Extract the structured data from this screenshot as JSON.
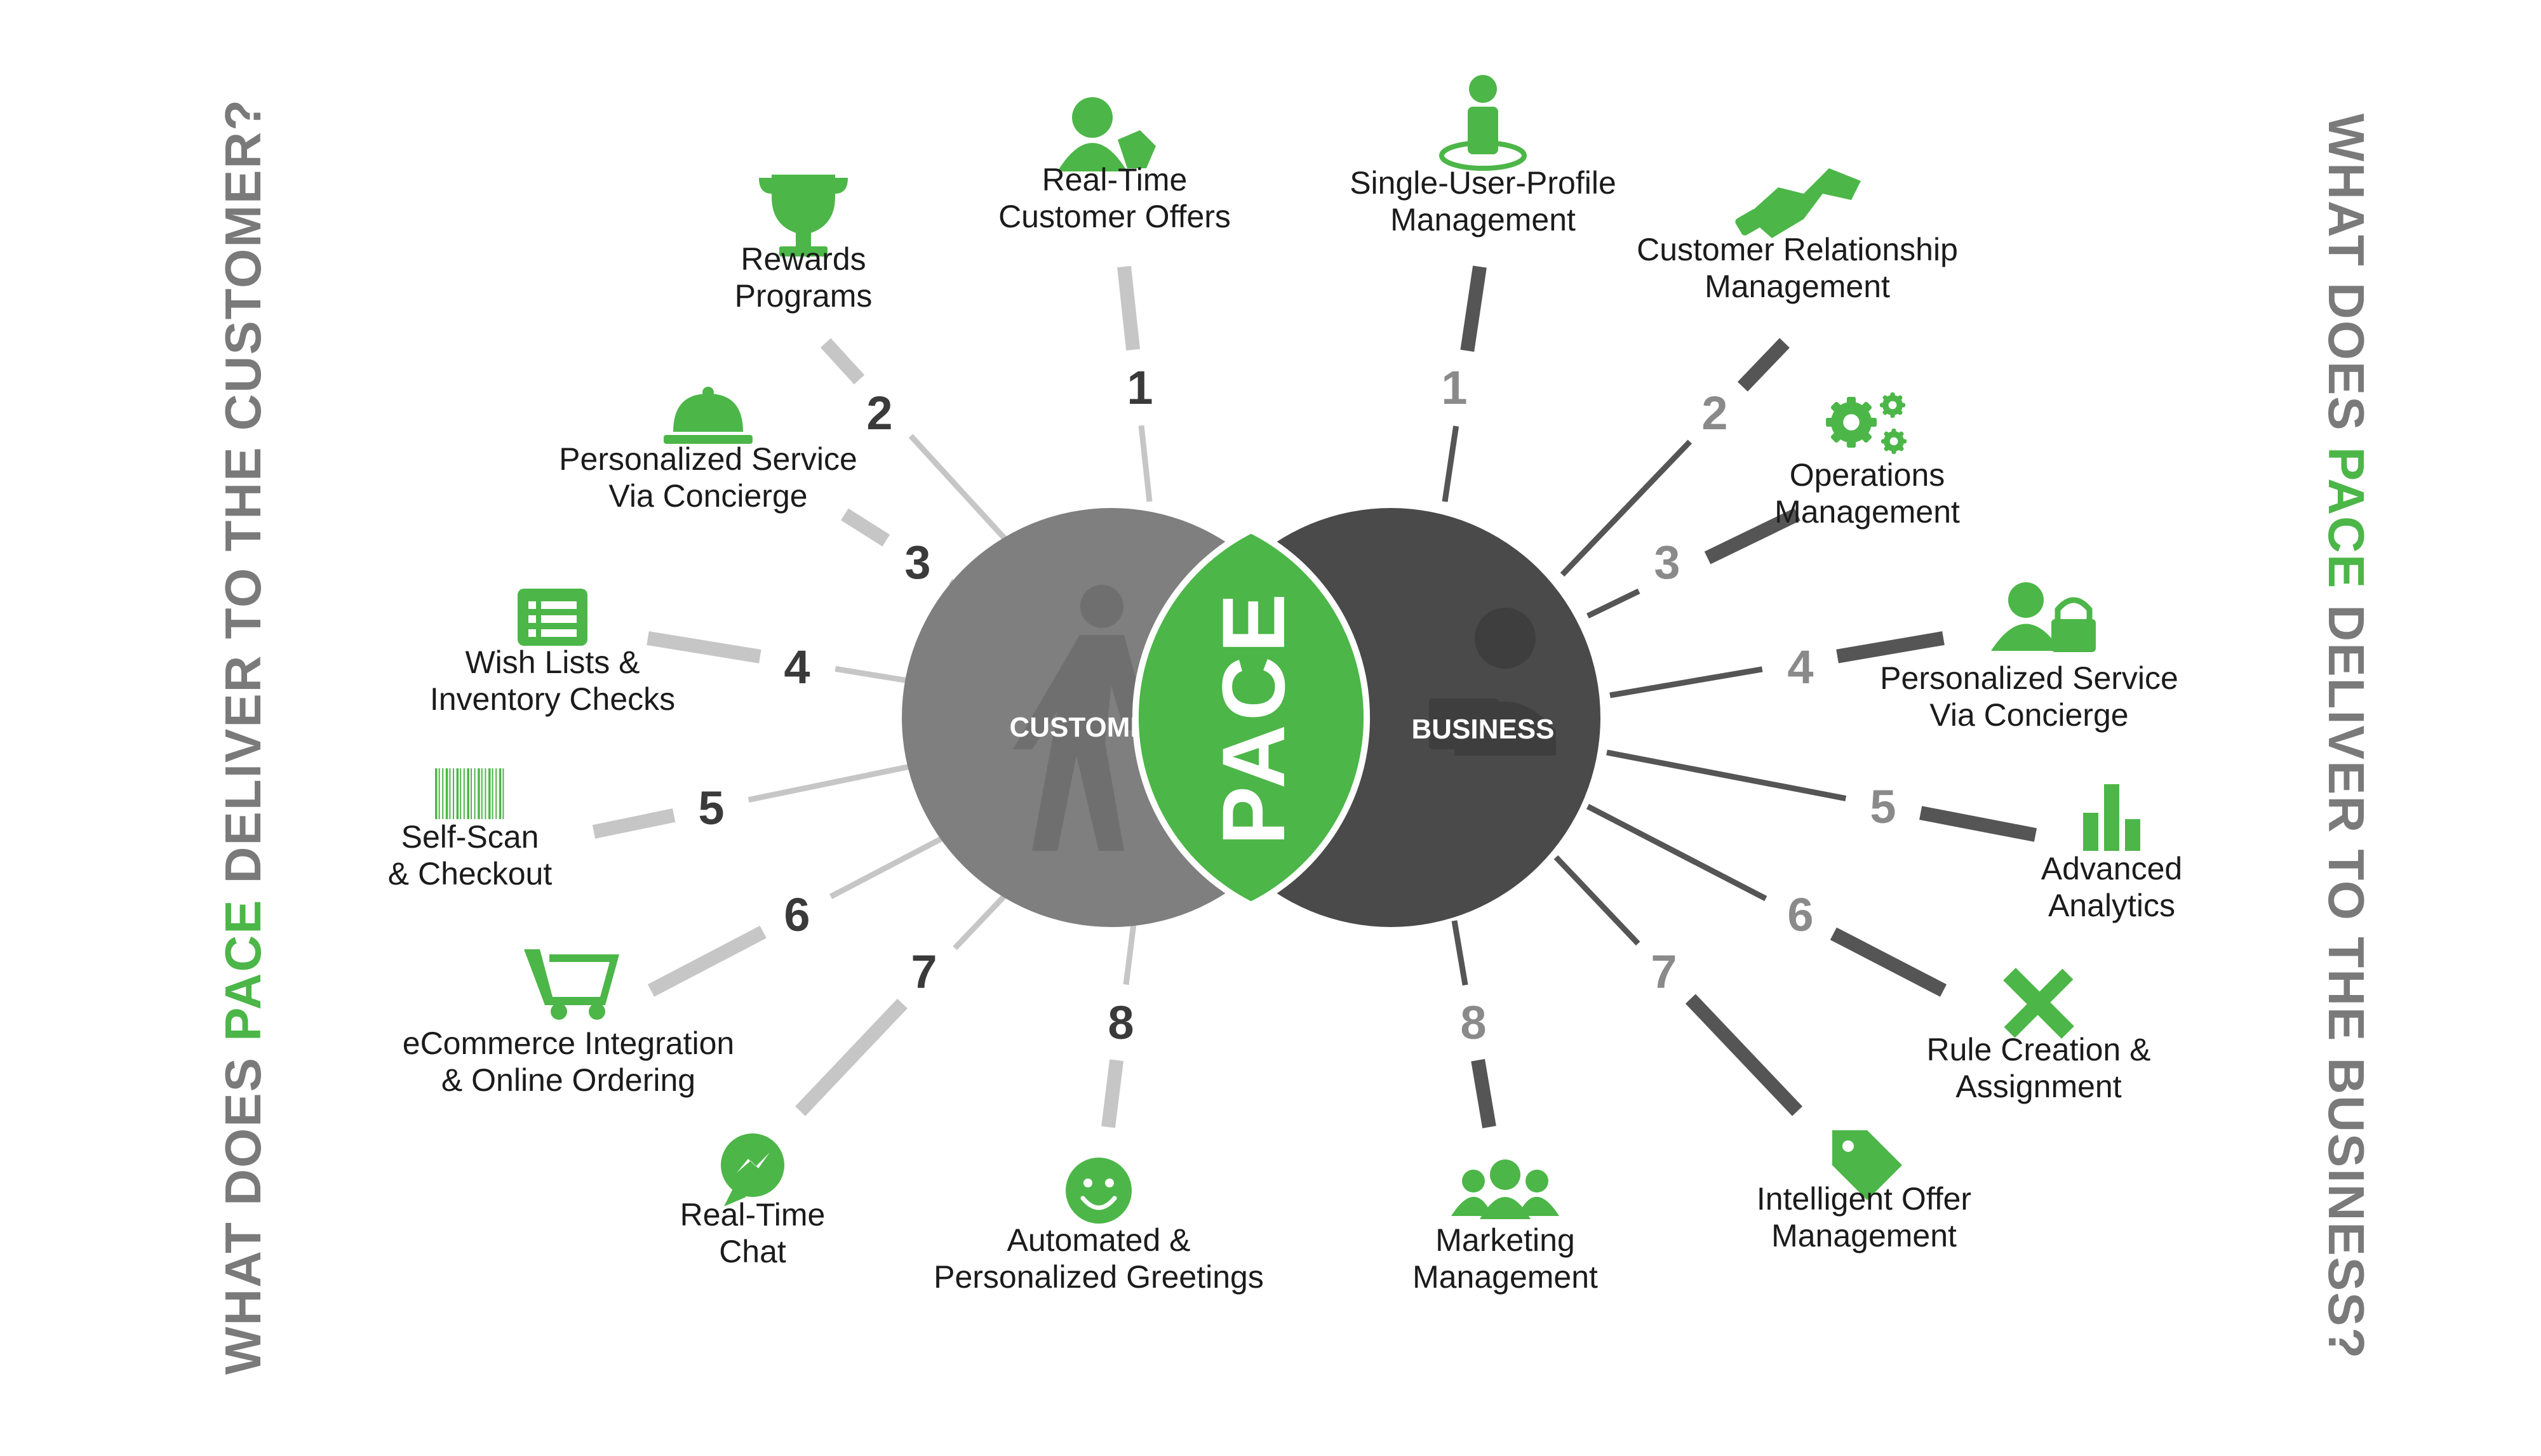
{
  "left_title": {
    "prefix": "WHAT DOES ",
    "accent": "PACE",
    "suffix": " DELIVER TO THE CUSTOMER?"
  },
  "right_title": {
    "prefix": "WHAT DOES ",
    "accent": "PACE",
    "suffix": " DELIVER TO THE BUSINESS?"
  },
  "center_label": "PACE",
  "customer_label": "CUSTOMER",
  "business_label": "BUSINESS",
  "colors": {
    "accent": "#4cb648",
    "customer_circle": "#7f7f7f",
    "business_circle": "#4a4a4a",
    "customer_line": "#c6c6c6",
    "business_line": "#555555"
  },
  "customer_items": [
    {
      "number": "1",
      "lines": [
        "Real-Time",
        "Customer Offers"
      ],
      "icon": "user-tag-icon"
    },
    {
      "number": "2",
      "lines": [
        "Rewards",
        "Programs"
      ],
      "icon": "trophy-icon"
    },
    {
      "number": "3",
      "lines": [
        "Personalized Service",
        "Via Concierge"
      ],
      "icon": "service-bell-icon"
    },
    {
      "number": "4",
      "lines": [
        "Wish Lists &",
        "Inventory Checks"
      ],
      "icon": "list-icon"
    },
    {
      "number": "5",
      "lines": [
        "Self-Scan",
        "& Checkout"
      ],
      "icon": "barcode-icon"
    },
    {
      "number": "6",
      "lines": [
        "eCommerce Integration",
        "& Online Ordering"
      ],
      "icon": "cart-icon"
    },
    {
      "number": "7",
      "lines": [
        "Real-Time",
        "Chat"
      ],
      "icon": "chat-bubble-icon"
    },
    {
      "number": "8",
      "lines": [
        "Automated &",
        "Personalized Greetings"
      ],
      "icon": "smiley-icon"
    }
  ],
  "business_items": [
    {
      "number": "1",
      "lines": [
        "Single-User-Profile",
        "Management"
      ],
      "icon": "single-user-icon"
    },
    {
      "number": "2",
      "lines": [
        "Customer Relationship",
        "Management"
      ],
      "icon": "handshake-icon"
    },
    {
      "number": "3",
      "lines": [
        "Operations",
        "Management"
      ],
      "icon": "gears-icon"
    },
    {
      "number": "4",
      "lines": [
        "Personalized Service",
        "Via Concierge"
      ],
      "icon": "user-lock-icon"
    },
    {
      "number": "5",
      "lines": [
        "Advanced",
        "Analytics"
      ],
      "icon": "bar-chart-icon"
    },
    {
      "number": "6",
      "lines": [
        "Rule Creation &",
        "Assignment"
      ],
      "icon": "pencil-ruler-icon"
    },
    {
      "number": "7",
      "lines": [
        "Intelligent Offer",
        "Management"
      ],
      "icon": "tag-icon"
    },
    {
      "number": "8",
      "lines": [
        "Marketing",
        "Management"
      ],
      "icon": "group-icon"
    }
  ]
}
